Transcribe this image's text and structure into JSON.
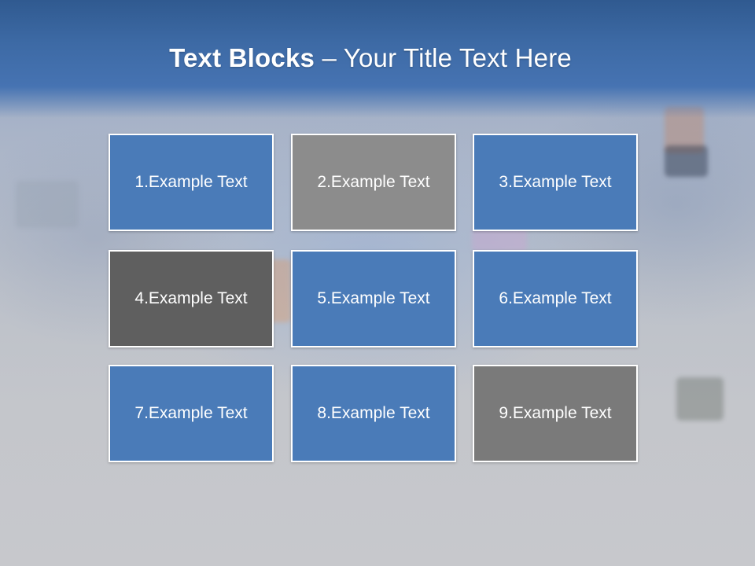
{
  "slide": {
    "title_bold": "Text Blocks",
    "title_dash": "–",
    "title_rest": "Your Title Text Here"
  },
  "colors": {
    "blue": "#4a7bb8",
    "light_gray": "#8c8c8c",
    "dark_gray": "#5f5f5f",
    "mid_gray": "#7a7a7a",
    "header": "#3d6aa5"
  },
  "blocks": [
    {
      "label": "1.Example Text",
      "color": "#4a7bb8"
    },
    {
      "label": "2.Example Text",
      "color": "#8c8c8c"
    },
    {
      "label": "3.Example Text",
      "color": "#4a7bb8"
    },
    {
      "label": "4.Example Text",
      "color": "#5f5f5f"
    },
    {
      "label": "5.Example Text",
      "color": "#4a7bb8"
    },
    {
      "label": "6.Example Text",
      "color": "#4a7bb8"
    },
    {
      "label": "7.Example Text",
      "color": "#4a7bb8"
    },
    {
      "label": "8.Example Text",
      "color": "#4a7bb8"
    },
    {
      "label": "9.Example Text",
      "color": "#7a7a7a"
    }
  ]
}
